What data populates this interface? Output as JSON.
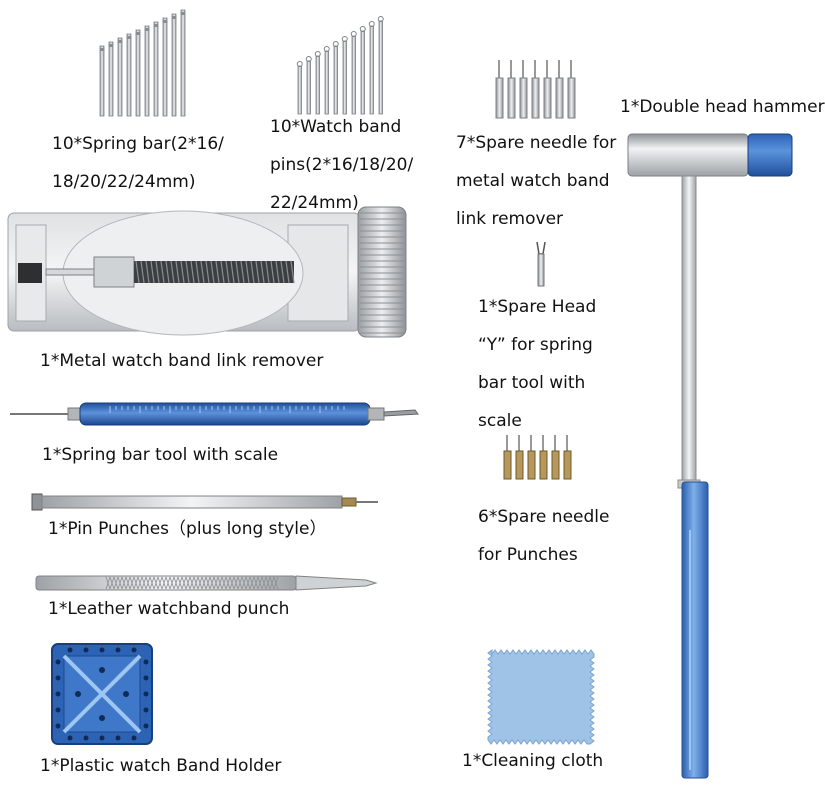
{
  "items": {
    "spring_bars": "10*Spring bar(2*16/\n18/20/22/24mm)",
    "watch_band_pins": "10*Watch band\npins(2*16/18/20/\n22/24mm)",
    "spare_needle_link": "7*Spare needle for\n metal watch band\nlink remover",
    "hammer": "1*Double head hammer",
    "link_remover": "1*Metal watch band link remover",
    "spare_head_y": "1*Spare Head\n “Y” for spring\nbar tool with\nscale",
    "spring_bar_tool": "1*Spring bar tool with scale",
    "pin_punches": "1*Pin Punches（plus long style）",
    "spare_needle_punches": "6*Spare needle\nfor Punches",
    "leather_punch": "1*Leather watchband punch",
    "band_holder": "1*Plastic watch Band Holder",
    "cleaning_cloth": "1*Cleaning cloth"
  },
  "colors": {
    "blue": "#3f78c8",
    "dark_blue": "#1f4f9c",
    "metal": "#c8cbcf",
    "cloth": "#9fc3e6"
  }
}
